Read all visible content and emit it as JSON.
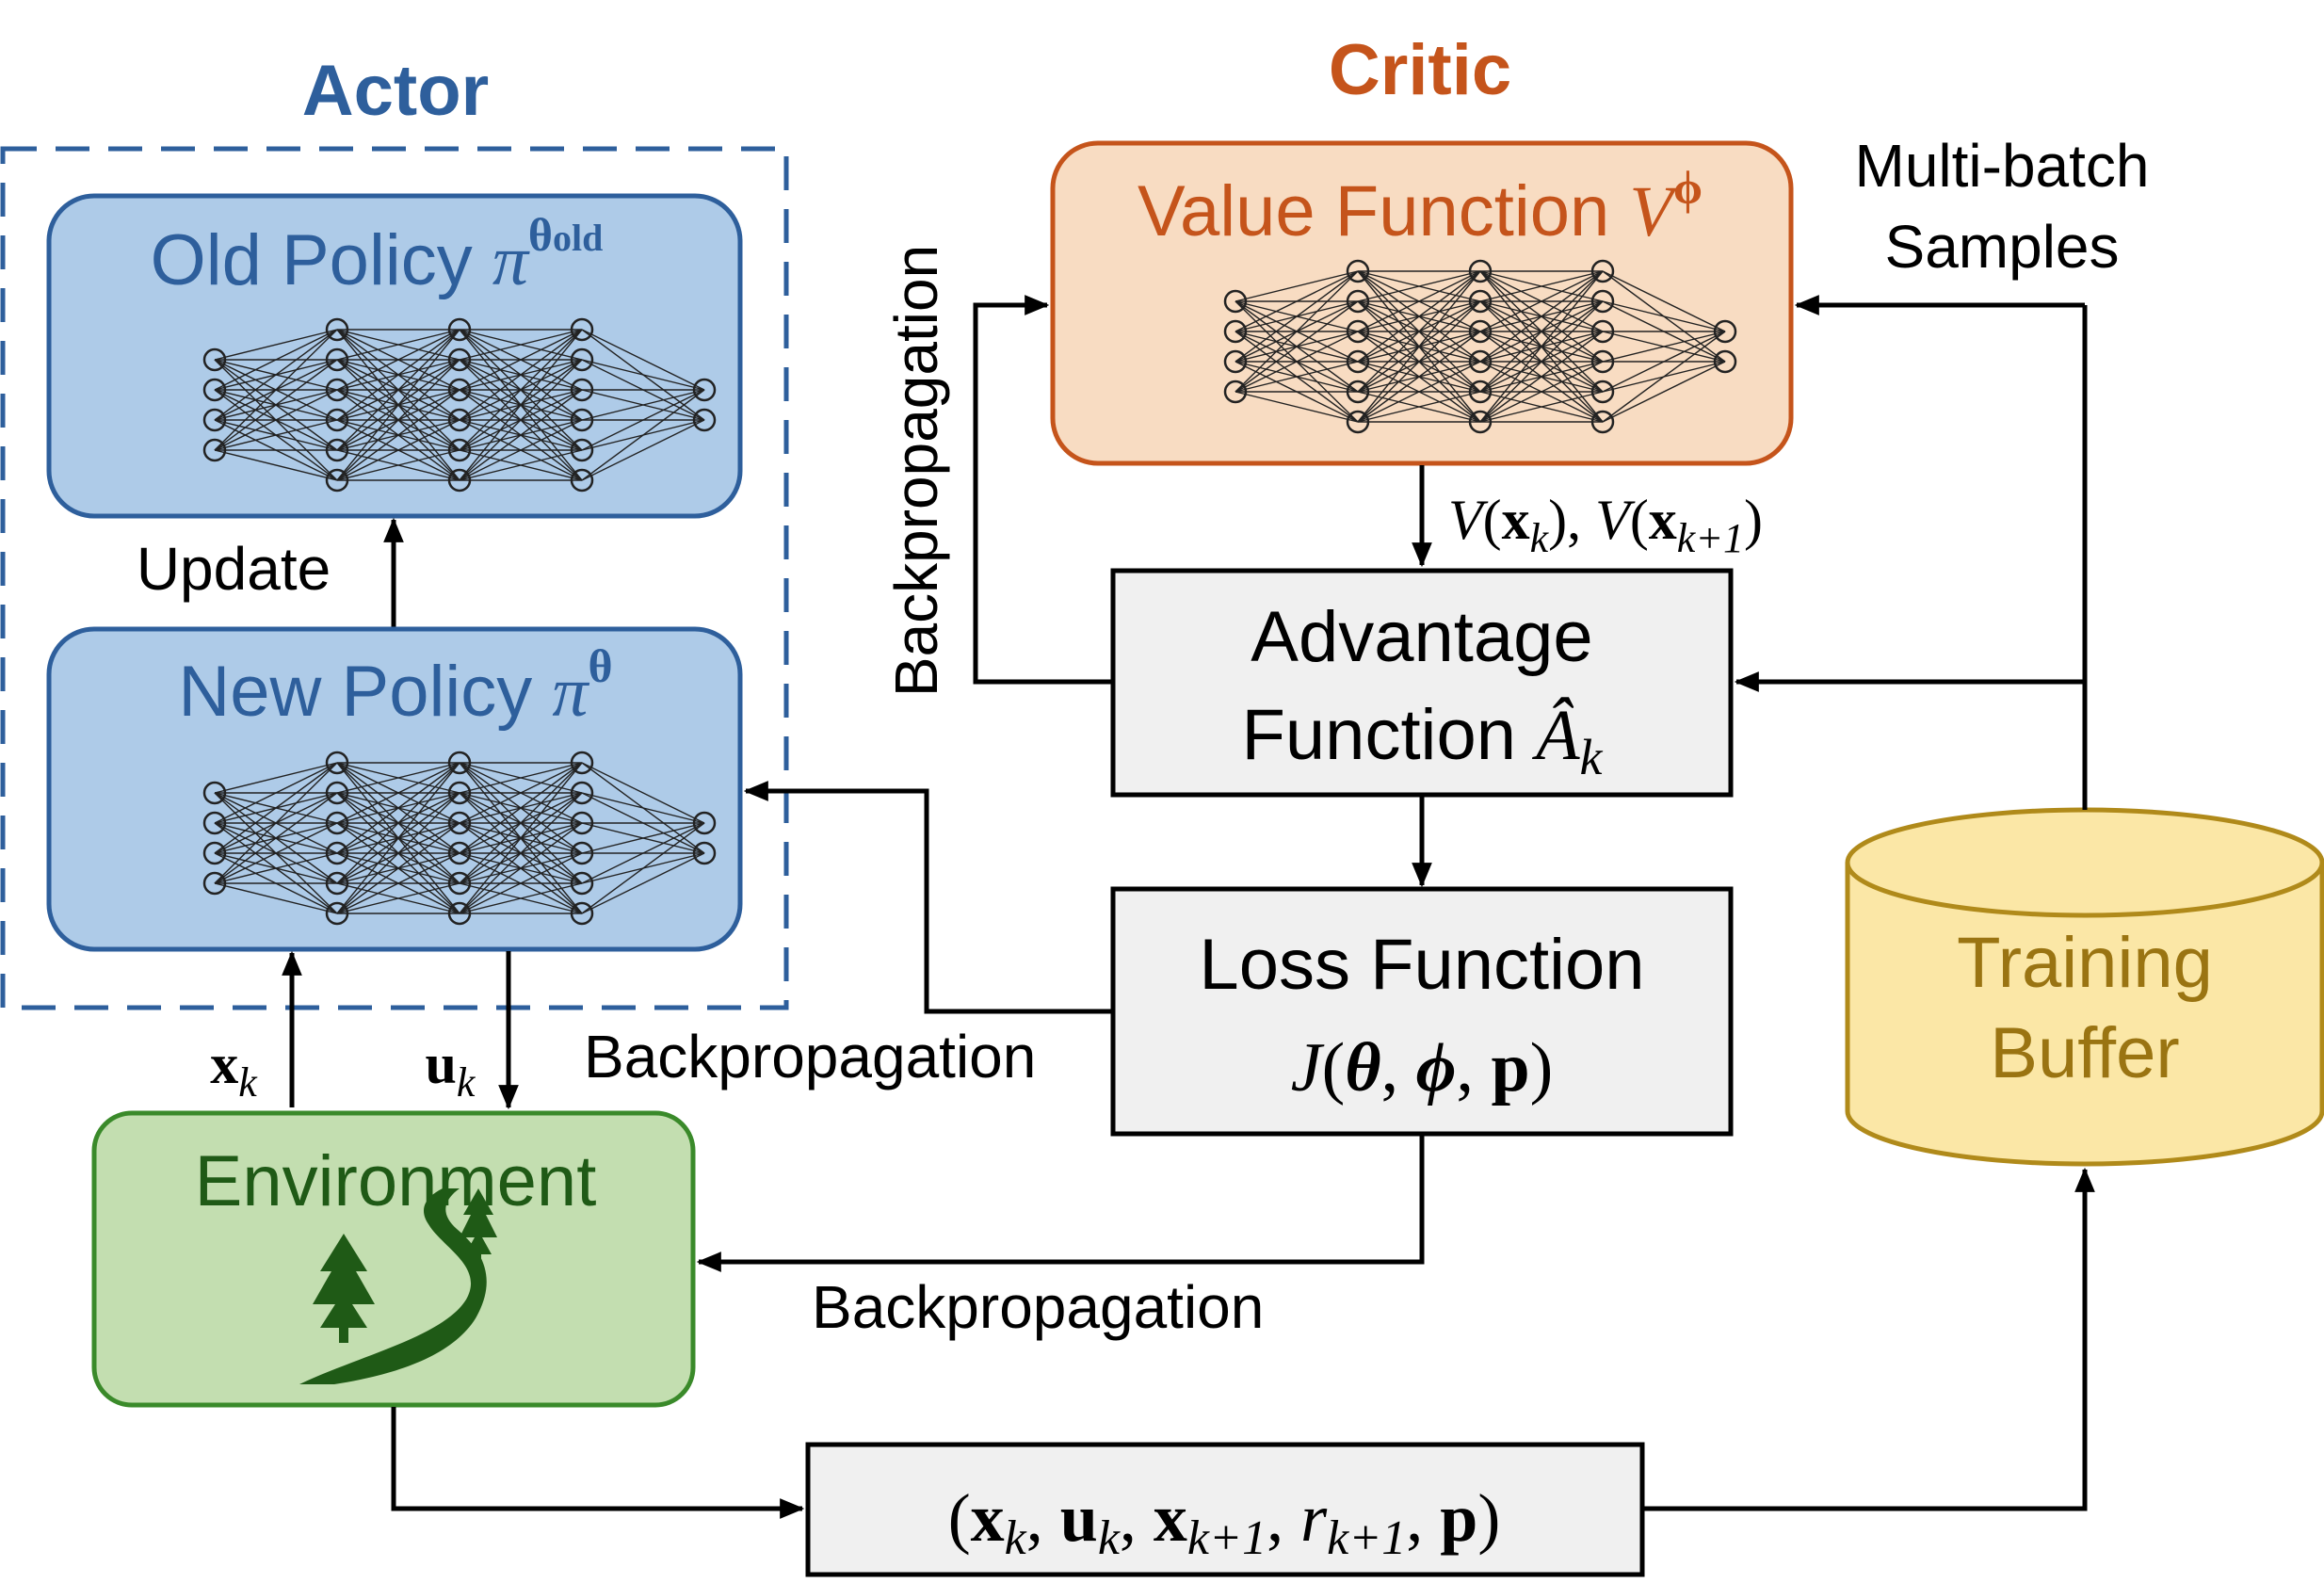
{
  "actor": {
    "title": "Actor",
    "old_policy": {
      "label": "Old Policy ",
      "symbol": "π",
      "superscript": "θ",
      "sub": "old"
    },
    "new_policy": {
      "label": "New Policy ",
      "symbol": "π",
      "superscript": "θ"
    },
    "update_label": "Update"
  },
  "critic": {
    "title": "Critic",
    "value_function": {
      "label": "Value Function ",
      "symbol": "V",
      "superscript": "ϕ"
    },
    "value_outputs": {
      "V": "V",
      "x": "x",
      "k": "k",
      "k1": "k+1"
    },
    "advantage": {
      "line1": "Advantage",
      "line2": "Function ",
      "symbol": "Â",
      "sub": "k"
    },
    "loss": {
      "line1": "Loss Function",
      "J": "J",
      "theta": "θ",
      "phi": "ϕ",
      "p": "p"
    },
    "multibatch": {
      "line1": "Multi-batch",
      "line2": "Samples"
    }
  },
  "buffer": {
    "line1": "Training",
    "line2": "Buffer"
  },
  "environment": {
    "label": "Environment"
  },
  "signals": {
    "x": "x",
    "u": "u",
    "k": "k",
    "tuple": {
      "x": "x",
      "u": "u",
      "r": "r",
      "p": "p",
      "k": "k",
      "k1": "k+1"
    }
  },
  "backprop": {
    "vertical": "Backpropagation",
    "to_policy": "Backpropagation",
    "to_env": "Backpropagation"
  },
  "colors": {
    "actor_blue": "#2e5f9c",
    "policy_fill": "#aecbe8",
    "critic_orange": "#c5541b",
    "value_fill": "#f8dcc2",
    "env_green": "#3a8a2a",
    "env_fill": "#c3deb0",
    "env_text": "#1f5a16",
    "buffer_gold": "#b08a1a",
    "buffer_fill": "#fbe7a6",
    "buffer_text": "#9a7412",
    "box_fill": "#f0f0f0"
  }
}
